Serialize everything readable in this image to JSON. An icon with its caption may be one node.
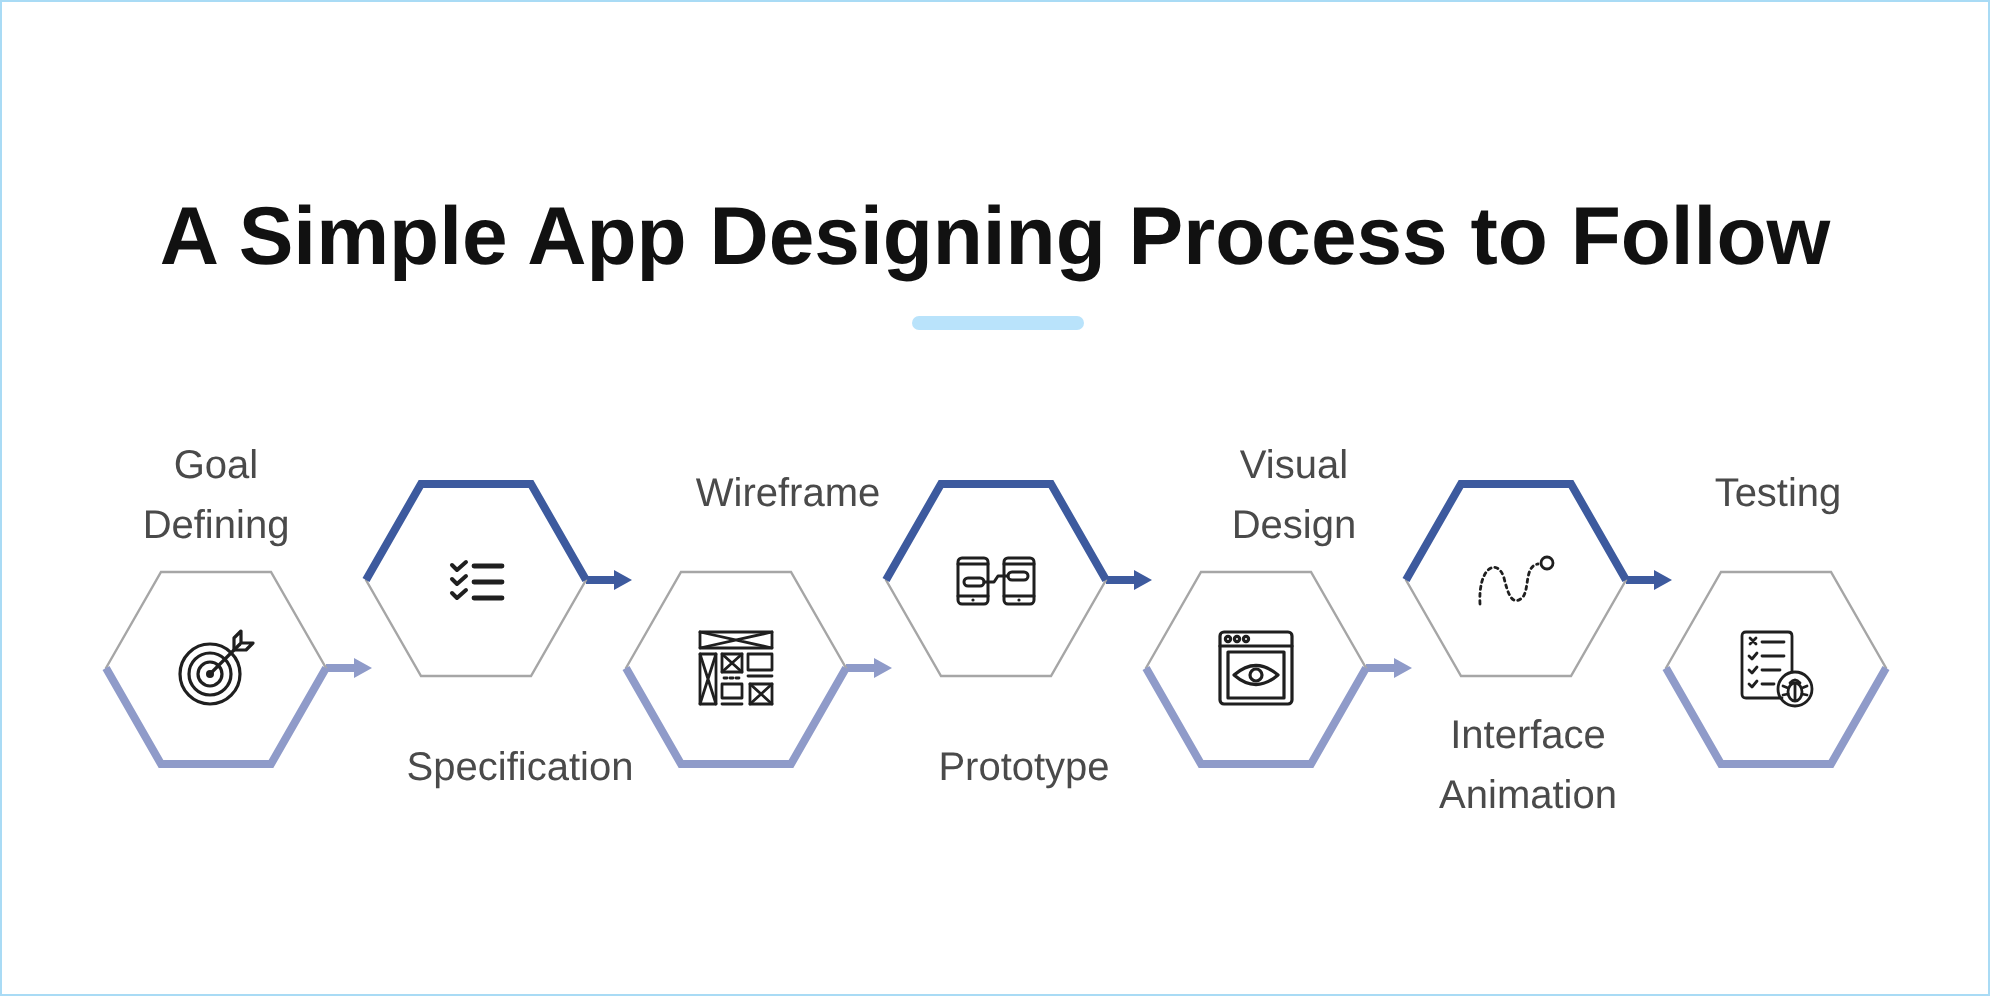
{
  "diagram": {
    "title": "A Simple App Designing Process to Follow",
    "nodes": [
      {
        "text": [
          "Goal Defining"
        ]
      },
      {
        "text": [
          "Specification"
        ]
      },
      {
        "text": [
          "Wireframe"
        ]
      },
      {
        "text": [
          "Prototype"
        ]
      },
      {
        "text": [
          "Visual Design"
        ]
      },
      {
        "text": [
          "Interface Animation"
        ]
      },
      {
        "text": [
          "Testing"
        ]
      }
    ],
    "edges": [
      {
        "from": 0,
        "to": 1,
        "arrow": "to",
        "color": "#8f9bc9"
      },
      {
        "from": 1,
        "to": 2,
        "arrow": "to",
        "color": "#3d5a9e"
      },
      {
        "from": 2,
        "to": 3,
        "arrow": "to",
        "color": "#8f9bc9"
      },
      {
        "from": 3,
        "to": 4,
        "arrow": "to",
        "color": "#3d5a9e"
      },
      {
        "from": 4,
        "to": 5,
        "arrow": "to",
        "color": "#8f9bc9"
      },
      {
        "from": 5,
        "to": 6,
        "arrow": "to",
        "color": "#3d5a9e"
      }
    ]
  }
}
